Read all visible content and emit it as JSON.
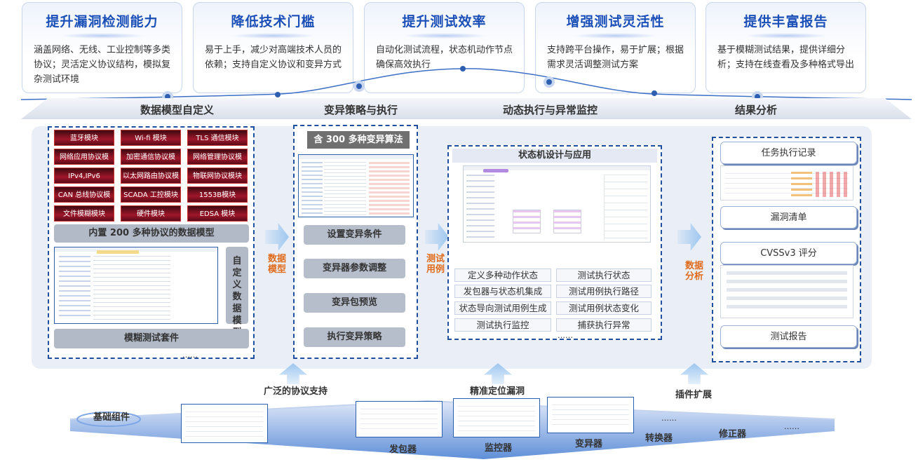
{
  "top_cards": [
    {
      "title": "提升漏洞检测能力",
      "desc": "涵盖网络、无线、工业控制等多类协议；灵活定义协议结构，模拟复杂测试环境"
    },
    {
      "title": "降低技术门槛",
      "desc": "易于上手，减少对高端技术人员的依赖；支持自定义协议和变异方式"
    },
    {
      "title": "提升测试效率",
      "desc": "自动化测试流程，状态机动作节点确保高效执行"
    },
    {
      "title": "增强测试灵活性",
      "desc": "支持跨平台操作，易于扩展；根据需求灵活调整测试方案"
    },
    {
      "title": "提供丰富报告",
      "desc": "基于模糊测试结果，提供详细分析；支持在线查看及多种格式导出"
    }
  ],
  "stages": [
    "数据模型自定义",
    "变异策略与执行",
    "动态执行与异常监控",
    "结果分析"
  ],
  "data_model": {
    "protocol_modules": [
      "蓝牙模块",
      "Wi-fi 模块",
      "TLS 通信模块",
      "网络应用协议模",
      "加密通信协议模",
      "网络管理协议模",
      "IPv4,IPv6",
      "以太网路由协议模",
      "物联网协议模块",
      "CAN 总线协议模块",
      "SCADA 工控模块",
      "1553B模块",
      "文件模糊模块",
      "硬件模块",
      "EDSA 模块"
    ],
    "builtin_label": "内置 200 多种协议的数据模型",
    "custom_label": "自定义数据模型",
    "suite_label": "模糊测试套件",
    "ellipsis": "……"
  },
  "arrow_labels": {
    "data_model": "数据模型",
    "test_case": "测试用例",
    "data_analysis": "数据分析"
  },
  "mutation": {
    "header": "含 300 多种变异算法",
    "steps": [
      "设置变异条件",
      "变异器参数调整",
      "变异包预览",
      "执行变异策略"
    ]
  },
  "state_machine": {
    "title": "状态机设计与应用",
    "tags_left": [
      "定义多种动作状态",
      "发包器与状态机集成",
      "状态导向测试用例生成",
      "测试执行监控"
    ],
    "tags_right": [
      "测试执行状态",
      "测试用例执行路径",
      "测试用例状态变化",
      "捕获执行异常"
    ],
    "ellipsis": "……"
  },
  "results": {
    "cards": [
      "任务执行记录",
      "漏洞清单",
      "CVSSv3 评分",
      "测试报告"
    ]
  },
  "support_labels": [
    "广泛的协议支持",
    "精准定位漏洞",
    "插件扩展"
  ],
  "base": {
    "label": "基础组件",
    "components": [
      "发包器",
      "监控器",
      "变异器",
      "转换器",
      "修正器"
    ],
    "ellipsis_1": "……",
    "ellipsis_2": "……"
  },
  "colors": {
    "accent_blue": "#1b4fb8",
    "dashed_border": "#1f4f9e",
    "orange_label": "#e06b1b",
    "module_red": "#a0162a"
  }
}
